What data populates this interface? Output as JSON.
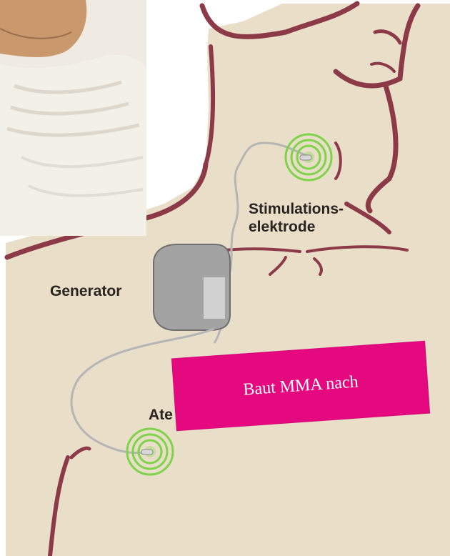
{
  "diagram": {
    "labels": {
      "stimulation_electrode_line1": "Stimulations-",
      "stimulation_electrode_line2": "elektrode",
      "generator": "Generator",
      "breath_sensor_partial": "Ate"
    }
  },
  "banner": {
    "text": "Baut MMA nach",
    "color": "#e5097f"
  },
  "colors": {
    "skin": "#e9dfc8",
    "outline": "#8c3a48",
    "electrode_ring": "#7fd34a",
    "generator": "#9a9a9a"
  }
}
